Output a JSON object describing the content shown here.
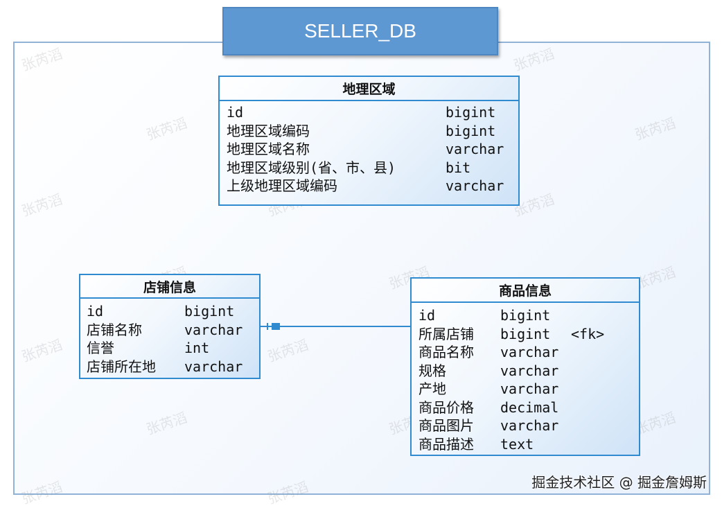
{
  "diagram": {
    "title": "SELLER_DB",
    "watermark_text": "张芮滔",
    "credit": "掘金技术社区 @ 掘金詹姆斯",
    "tables": {
      "region": {
        "name": "地理区域",
        "columns": [
          {
            "field": "id",
            "type": "bigint",
            "note": ""
          },
          {
            "field": "地理区域编码",
            "type": "bigint",
            "note": ""
          },
          {
            "field": "地理区域名称",
            "type": "varchar",
            "note": ""
          },
          {
            "field": "地理区域级别(省、市、县)",
            "type": "bit",
            "note": ""
          },
          {
            "field": "上级地理区域编码",
            "type": "varchar",
            "note": ""
          }
        ]
      },
      "shop": {
        "name": "店铺信息",
        "columns": [
          {
            "field": "id",
            "type": "bigint",
            "note": ""
          },
          {
            "field": "店铺名称",
            "type": "varchar",
            "note": ""
          },
          {
            "field": "信誉",
            "type": "int",
            "note": ""
          },
          {
            "field": "店铺所在地",
            "type": "varchar",
            "note": ""
          }
        ]
      },
      "product": {
        "name": "商品信息",
        "columns": [
          {
            "field": "id",
            "type": "bigint",
            "note": ""
          },
          {
            "field": "所属店铺",
            "type": "bigint",
            "note": "<fk>"
          },
          {
            "field": "商品名称",
            "type": "varchar",
            "note": ""
          },
          {
            "field": "规格",
            "type": "varchar",
            "note": ""
          },
          {
            "field": "产地",
            "type": "varchar",
            "note": ""
          },
          {
            "field": "商品价格",
            "type": "decimal",
            "note": ""
          },
          {
            "field": "商品图片",
            "type": "varchar",
            "note": ""
          },
          {
            "field": "商品描述",
            "type": "text",
            "note": ""
          }
        ]
      }
    },
    "relationships": [
      {
        "from": "商品信息.所属店铺",
        "to": "店铺信息.id"
      }
    ],
    "colors": {
      "title_fill": "#5e98d3",
      "entity_border": "#2f8ad0",
      "frame_border": "#8fb2d6",
      "connector": "#2f8ad0"
    }
  }
}
